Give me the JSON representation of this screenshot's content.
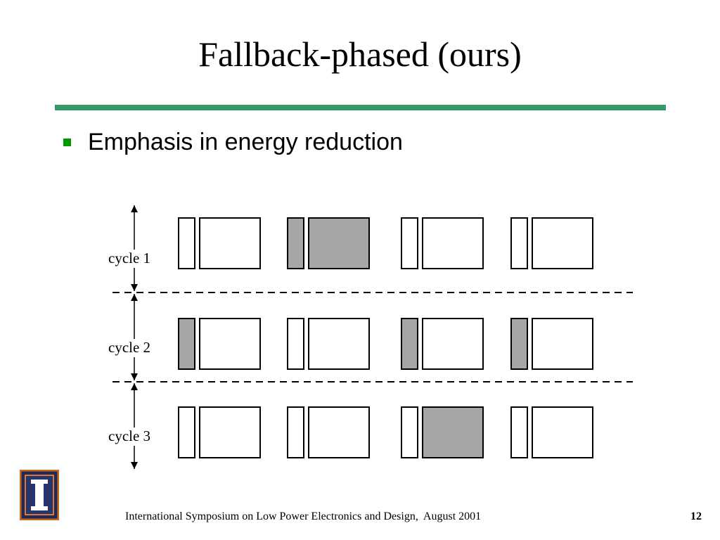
{
  "slide": {
    "title": "Fallback-phased (ours)",
    "bullet": "Emphasis in energy reduction"
  },
  "diagram": {
    "cycles": [
      {
        "label": "cycle 1",
        "units": [
          {
            "small": "empty",
            "large": "empty"
          },
          {
            "small": "shaded",
            "large": "shaded"
          },
          {
            "small": "empty",
            "large": "empty"
          },
          {
            "small": "empty",
            "large": "empty"
          }
        ]
      },
      {
        "label": "cycle 2",
        "units": [
          {
            "small": "shaded",
            "large": "empty"
          },
          {
            "small": "empty",
            "large": "empty"
          },
          {
            "small": "shaded",
            "large": "empty"
          },
          {
            "small": "shaded",
            "large": "empty"
          }
        ]
      },
      {
        "label": "cycle 3",
        "units": [
          {
            "small": "empty",
            "large": "empty"
          },
          {
            "small": "empty",
            "large": "empty"
          },
          {
            "small": "empty",
            "large": "shaded"
          },
          {
            "small": "empty",
            "large": "empty"
          }
        ]
      }
    ],
    "colors": {
      "shaded": "#a6a6a6",
      "empty": "#ffffff",
      "stroke": "#000000"
    }
  },
  "colors": {
    "rule": "#339966",
    "bullet": "#009900"
  },
  "footer": {
    "text": "International Symposium on Low Power Electronics and Design,  August 2001",
    "page_number": "12"
  },
  "logo": {
    "icon": "university-seal-icon"
  }
}
